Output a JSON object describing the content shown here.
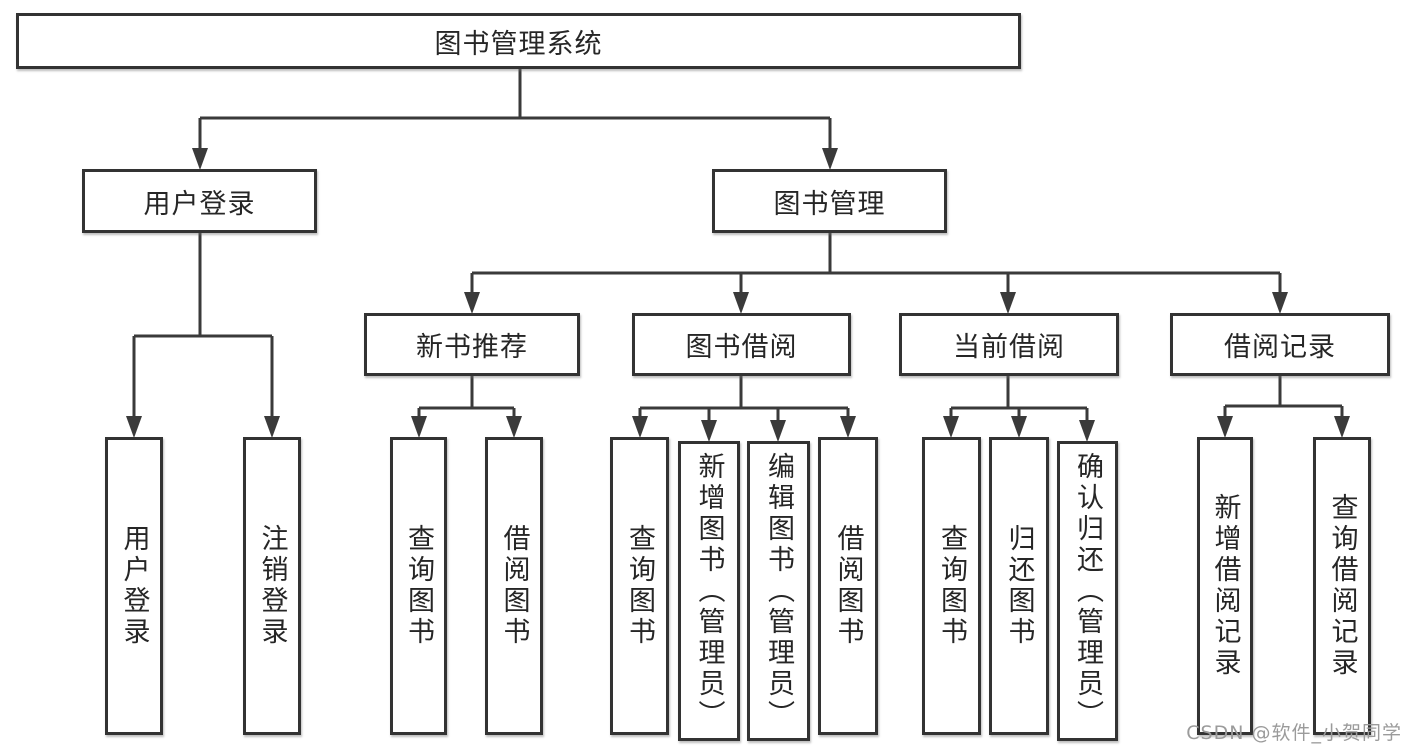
{
  "diagram": {
    "title": "图书管理系统",
    "level2": {
      "user_login": "用户登录",
      "book_mgmt": "图书管理"
    },
    "level3": {
      "new_book_rec": "新书推荐",
      "book_borrow": "图书借阅",
      "current_borrow": "当前借阅",
      "borrow_record": "借阅记录"
    },
    "leaves": {
      "user_login": "用户登录",
      "logout": "注销登录",
      "rec_query_books": "查询图书",
      "rec_borrow_books": "借阅图书",
      "bb_query_books": "查询图书",
      "bb_add_books": "新增图书（管理员）",
      "bb_edit_books": "编辑图书（管理员）",
      "bb_borrow_books": "借阅图书",
      "cb_query_books": "查询图书",
      "cb_return_books": "归还图书",
      "cb_confirm_return": "确认归还（管理员）",
      "br_add_record": "新增借阅记录",
      "br_query_record": "查询借阅记录"
    },
    "watermark": "CSDN @软件_小贺同学",
    "colors": {
      "line": "#3a3a3a",
      "box_border": "#333333",
      "box_fill": "#ffffff",
      "text": "#262626",
      "watermark_text": "#9b9b9b",
      "background": "#ffffff"
    }
  }
}
